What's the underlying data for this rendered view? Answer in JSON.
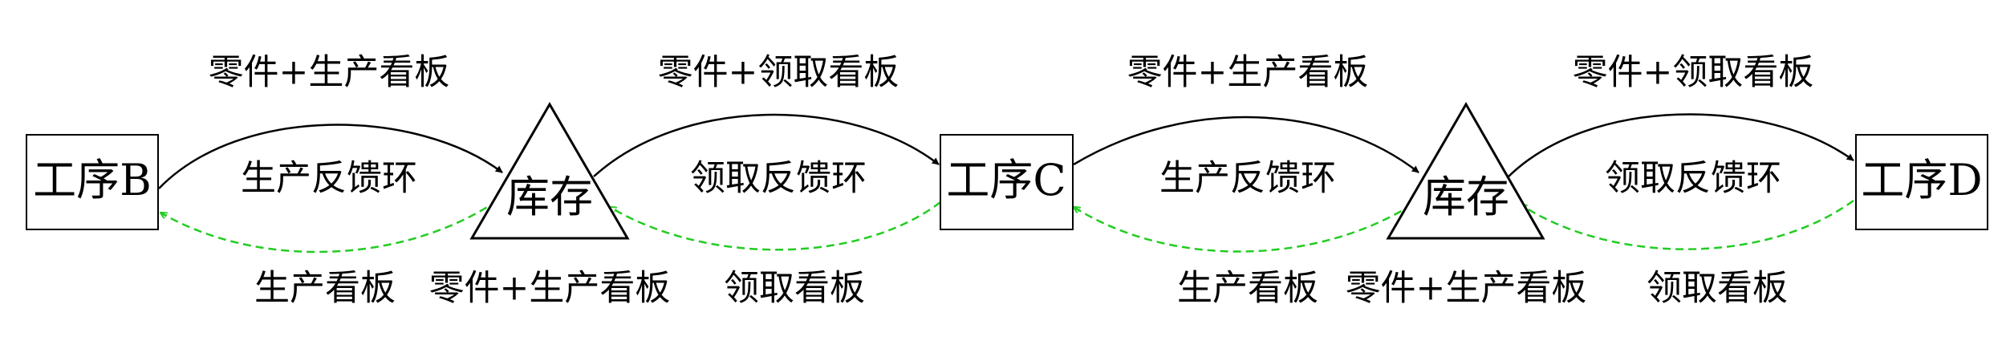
{
  "colors": {
    "forward": "#000000",
    "feedback": "#22cc22"
  },
  "nodes": {
    "process_b": "工序B",
    "inventory_1": "库存",
    "process_c": "工序C",
    "inventory_2": "库存",
    "process_d": "工序D"
  },
  "segments": [
    {
      "forward_label": "零件+生产看板",
      "loop_label": "生产反馈环",
      "feedback_label": "生产看板"
    },
    {
      "forward_label": "零件+领取看板",
      "loop_label": "领取反馈环",
      "feedback_label": "领取看板"
    },
    {
      "forward_label": "零件+生产看板",
      "loop_label": "生产反馈环",
      "feedback_label": "生产看板"
    },
    {
      "forward_label": "零件+领取看板",
      "loop_label": "领取反馈环",
      "feedback_label": "领取看板"
    }
  ],
  "inventory_bottom_labels": [
    "零件+生产看板",
    "零件+生产看板"
  ]
}
